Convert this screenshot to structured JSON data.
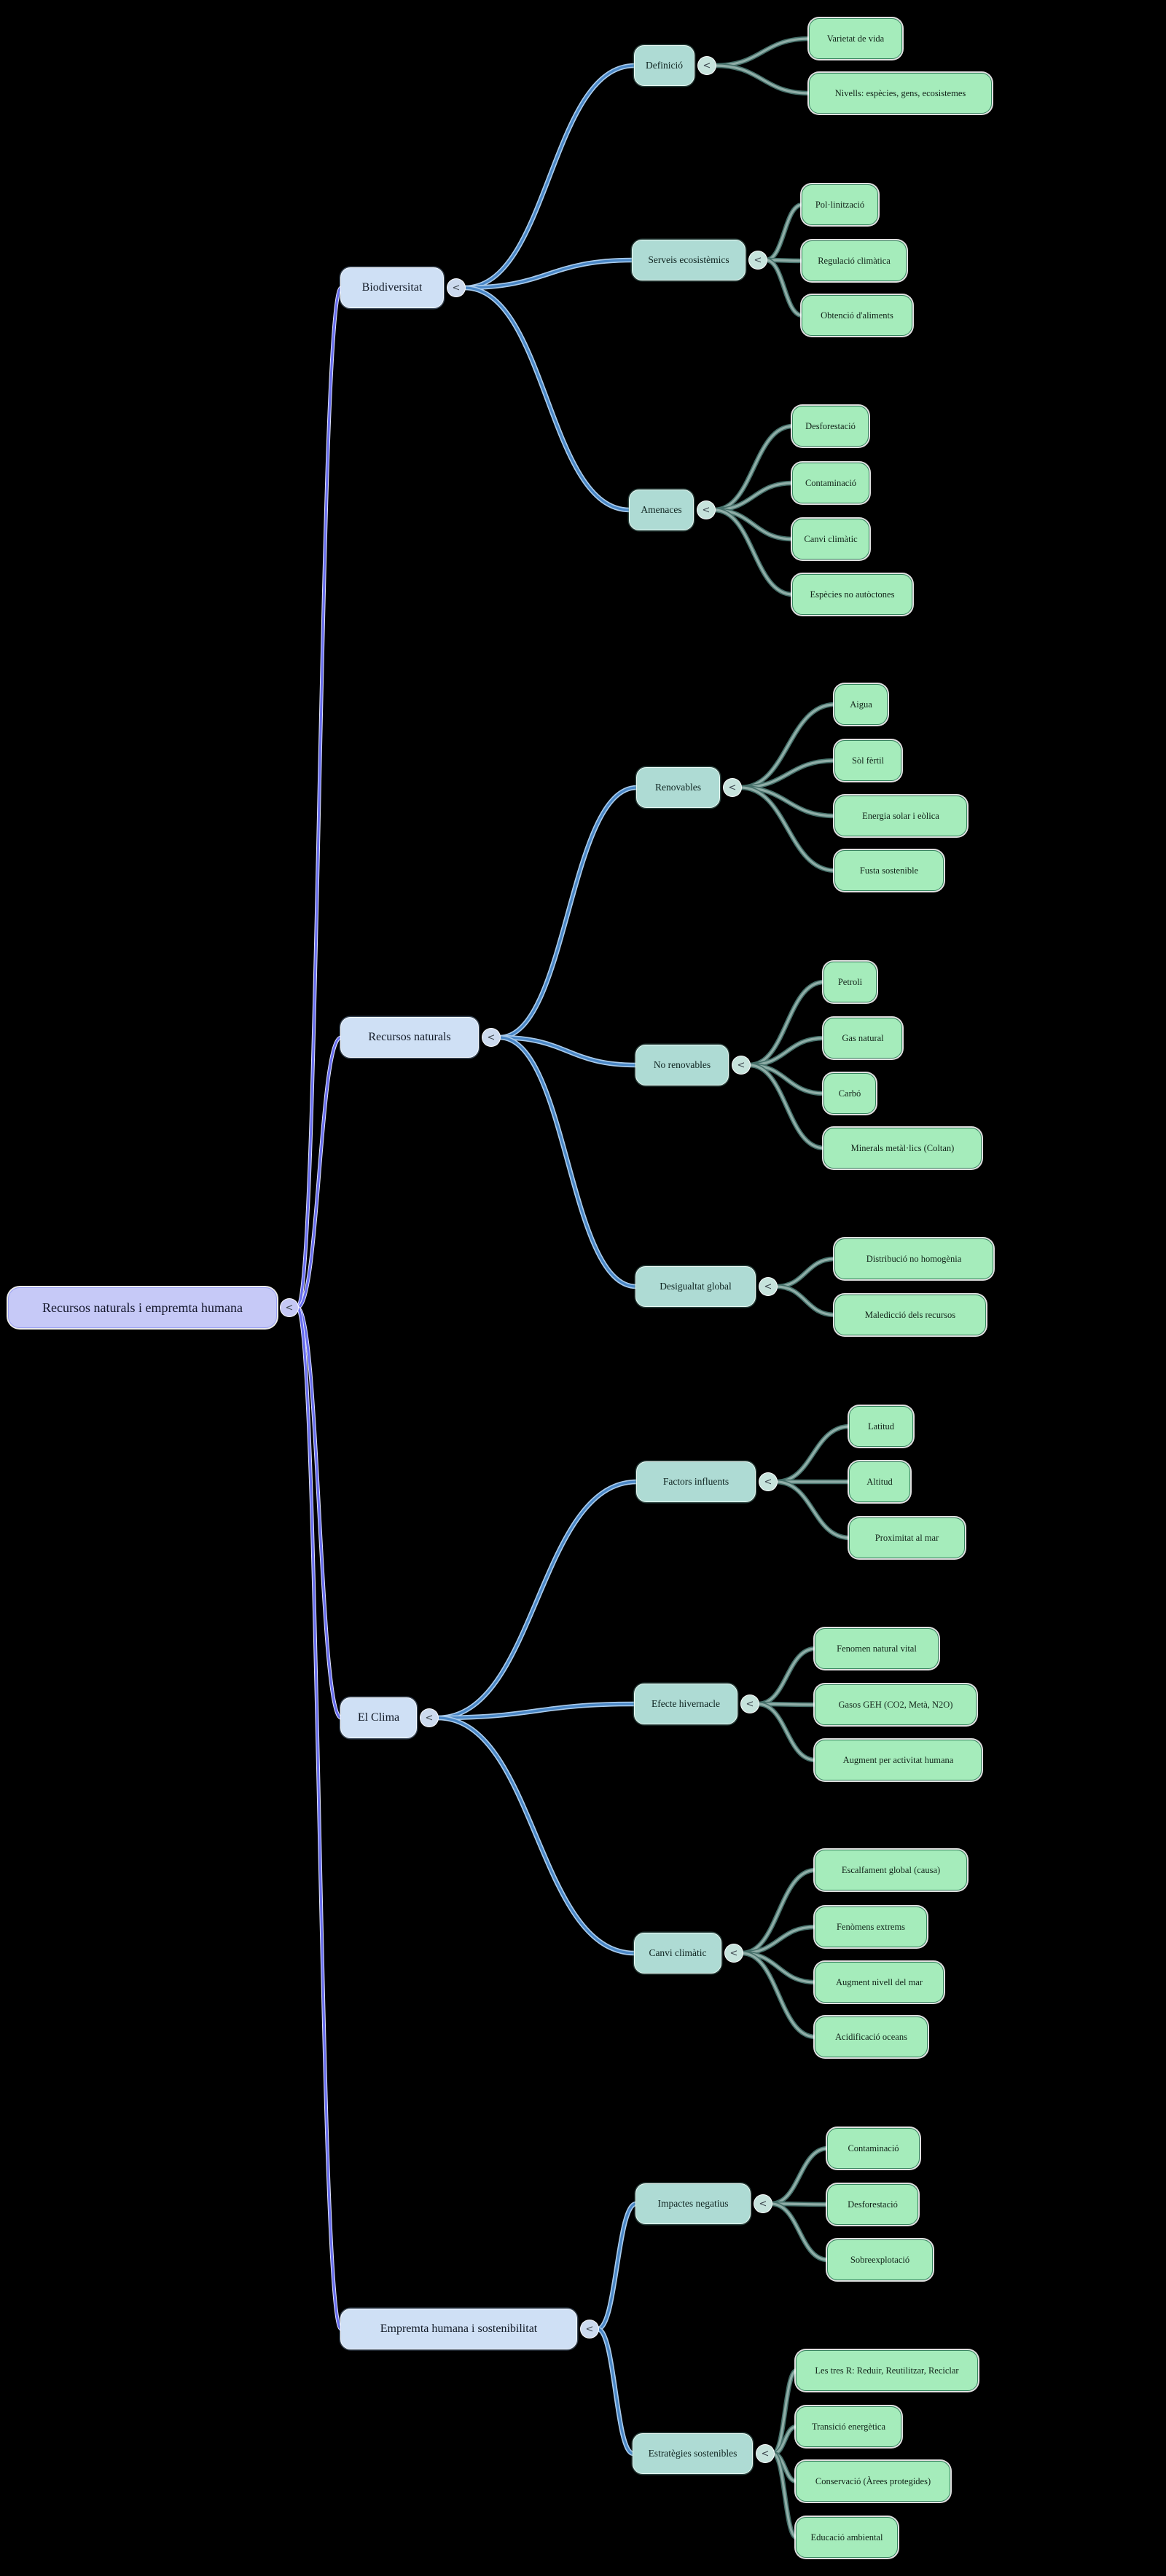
{
  "mindmap": {
    "toggle_glyph": "<",
    "colors": {
      "background": "#000000",
      "root_fill": "#c6c9f7",
      "root_border": "#9aa0f2",
      "branch_fill": "#cfe0f5",
      "branch_border": "#f4f8fe",
      "topic_fill": "#aedbd4",
      "topic_border": "#e9f8f3",
      "leaf_fill": "#a5ecbb",
      "leaf_border": "#37855f",
      "link_root_core": "#686dee",
      "link_root_halo": "#dfe3ff",
      "link_branch_core": "#4a87c6",
      "link_branch_halo": "#a9cbec",
      "link_topic_core": "#8fada7",
      "link_topic_halo": "#46706a",
      "toggle_root_fill": "#c5c8f5",
      "toggle_branch_fill": "#ccdaee",
      "toggle_topic_fill": "#c6e3dc"
    },
    "root": {
      "label": "Recursos naturals i empremta humana",
      "children": [
        {
          "label": "Biodiversitat",
          "children": [
            {
              "label": "Definició",
              "children": [
                {
                  "label": "Varietat de vida"
                },
                {
                  "label": "Nivells: espècies, gens, ecosistemes"
                }
              ]
            },
            {
              "label": "Serveis ecosistèmics",
              "children": [
                {
                  "label": "Pol·linització"
                },
                {
                  "label": "Regulació climàtica"
                },
                {
                  "label": "Obtenció d'aliments"
                }
              ]
            },
            {
              "label": "Amenaces",
              "children": [
                {
                  "label": "Desforestació"
                },
                {
                  "label": "Contaminació"
                },
                {
                  "label": "Canvi climàtic"
                },
                {
                  "label": "Espècies no autòctones"
                }
              ]
            }
          ]
        },
        {
          "label": "Recursos naturals",
          "children": [
            {
              "label": "Renovables",
              "children": [
                {
                  "label": "Aigua"
                },
                {
                  "label": "Sòl fèrtil"
                },
                {
                  "label": "Energia solar i eòlica"
                },
                {
                  "label": "Fusta sostenible"
                }
              ]
            },
            {
              "label": "No renovables",
              "children": [
                {
                  "label": "Petroli"
                },
                {
                  "label": "Gas natural"
                },
                {
                  "label": "Carbó"
                },
                {
                  "label": "Minerals metàl·lics (Coltan)"
                }
              ]
            },
            {
              "label": "Desigualtat global",
              "children": [
                {
                  "label": "Distribució no homogènia"
                },
                {
                  "label": "Maledicció dels recursos"
                }
              ]
            }
          ]
        },
        {
          "label": "El Clima",
          "children": [
            {
              "label": "Factors influents",
              "children": [
                {
                  "label": "Latitud"
                },
                {
                  "label": "Altitud"
                },
                {
                  "label": "Proximitat al mar"
                }
              ]
            },
            {
              "label": "Efecte hivernacle",
              "children": [
                {
                  "label": "Fenomen natural vital"
                },
                {
                  "label": "Gasos GEH (CO2, Metà, N2O)"
                },
                {
                  "label": "Augment per activitat humana"
                }
              ]
            },
            {
              "label": "Canvi climàtic",
              "children": [
                {
                  "label": "Escalfament global (causa)"
                },
                {
                  "label": "Fenòmens extrems"
                },
                {
                  "label": "Augment nivell del mar"
                },
                {
                  "label": "Acidificació oceans"
                }
              ]
            }
          ]
        },
        {
          "label": "Empremta humana i sostenibilitat",
          "children": [
            {
              "label": "Impactes negatius",
              "children": [
                {
                  "label": "Contaminació"
                },
                {
                  "label": "Desforestació"
                },
                {
                  "label": "Sobreexplotació"
                }
              ]
            },
            {
              "label": "Estratègies sostenibles",
              "children": [
                {
                  "label": "Les tres R: Reduir, Reutilitzar, Reciclar"
                },
                {
                  "label": "Transició energètica"
                },
                {
                  "label": "Conservació (Àrees protegides)"
                },
                {
                  "label": "Educació ambiental"
                }
              ]
            }
          ]
        }
      ]
    }
  }
}
